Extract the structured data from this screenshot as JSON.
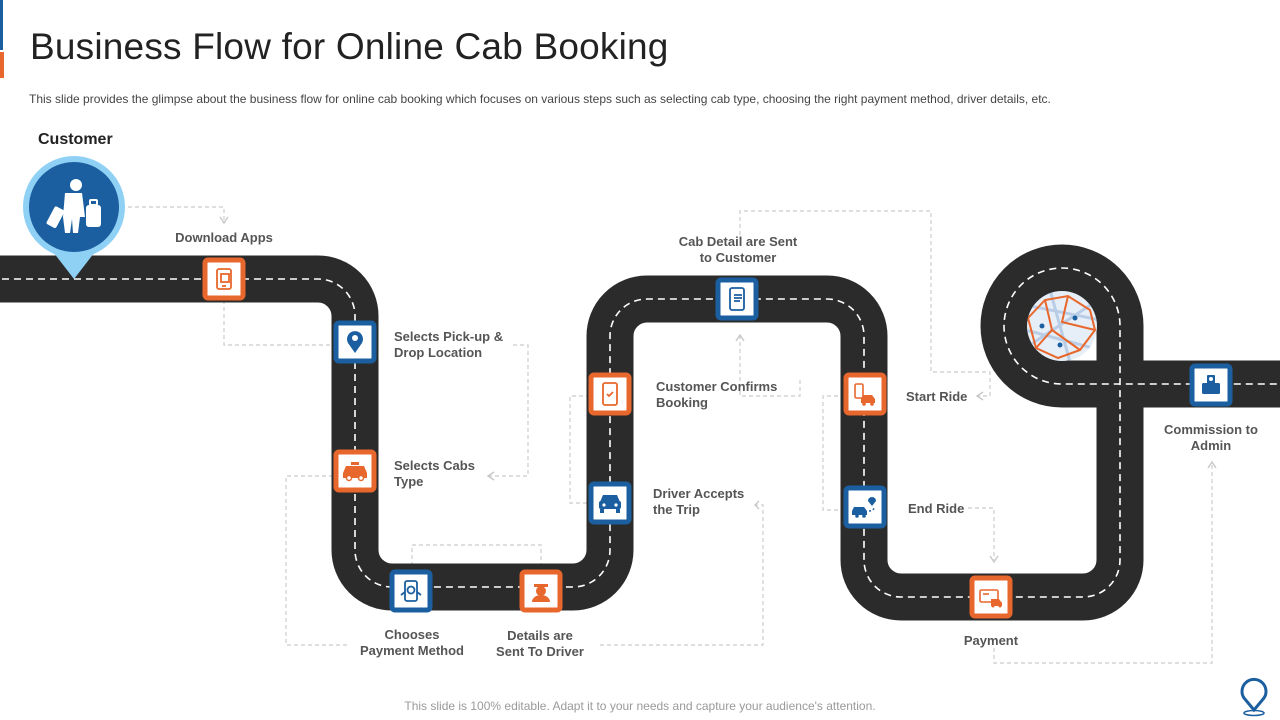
{
  "header": {
    "title": "Business Flow for Online Cab Booking",
    "subtitle": "This slide provides  the glimpse about the business flow for online cab booking which focuses on various  steps such as selecting cab type, choosing the right payment method, driver  details, etc."
  },
  "actor": {
    "label": "Customer",
    "icon": "traveler-icon"
  },
  "steps": [
    {
      "label_line1": "Download Apps",
      "label_line2": "",
      "icon": "mobile-app-icon",
      "color": "orange"
    },
    {
      "label_line1": "Selects Pick-up &",
      "label_line2": "Drop Location",
      "icon": "location-pin-icon",
      "color": "blue"
    },
    {
      "label_line1": "Selects Cabs",
      "label_line2": "Type",
      "icon": "cab-icon",
      "color": "orange"
    },
    {
      "label_line1": "Chooses",
      "label_line2": "Payment Method",
      "icon": "mobile-payment-icon",
      "color": "blue"
    },
    {
      "label_line1": "Details are",
      "label_line2": "Sent To Driver",
      "icon": "driver-icon",
      "color": "orange"
    },
    {
      "label_line1": "Driver Accepts",
      "label_line2": "the Trip",
      "icon": "car-front-icon",
      "color": "blue"
    },
    {
      "label_line1": "Customer  Confirms",
      "label_line2": "Booking",
      "icon": "booking-phone-icon",
      "color": "orange"
    },
    {
      "label_line1": "Cab Detail are Sent",
      "label_line2": "to Customer",
      "icon": "message-phone-icon",
      "color": "blue"
    },
    {
      "label_line1": "Start Ride",
      "label_line2": "",
      "icon": "start-ride-icon",
      "color": "orange"
    },
    {
      "label_line1": "End Ride",
      "label_line2": "",
      "icon": "end-ride-icon",
      "color": "blue"
    },
    {
      "label_line1": "Payment",
      "label_line2": "",
      "icon": "card-payment-icon",
      "color": "orange"
    },
    {
      "label_line1": "Commission  to",
      "label_line2": "Admin",
      "icon": "admin-icon",
      "color": "blue"
    }
  ],
  "colors": {
    "road": "#2b2b2b",
    "lane": "#ffffff",
    "orange": "#e8672c",
    "blue": "#1b5fa0",
    "pin_halo": "#8fd0f5",
    "connector": "#d4d4d4"
  },
  "footer": {
    "text": "This slide is 100% editable. Adapt it to your needs and capture your audience's attention."
  },
  "brand": {
    "icon": "location-pin-logo-icon"
  }
}
